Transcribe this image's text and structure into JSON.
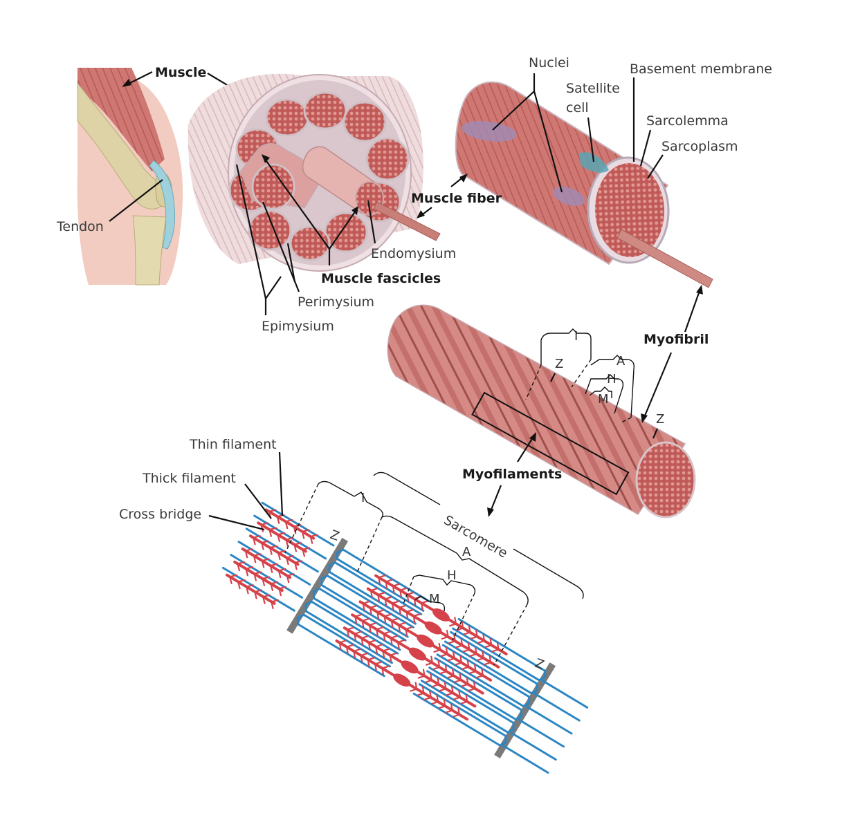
{
  "labels": {
    "muscle": "Muscle",
    "tendon": "Tendon",
    "muscle_fascicles": "Muscle fascicles",
    "endomysium": "Endomysium",
    "perimysium": "Perimysium",
    "epimysium": "Epimysium",
    "muscle_fiber": "Muscle fiber",
    "nuclei": "Nuclei",
    "satellite_cell_line1": "Satellite",
    "satellite_cell_line2": "cell",
    "basement_membrane": "Basement membrane",
    "sarcolemma": "Sarcolemma",
    "sarcoplasm": "Sarcoplasm",
    "myofibril": "Myofibril",
    "myofilaments": "Myofilaments",
    "thin_filament": "Thin filament",
    "thick_filament": "Thick filament",
    "cross_bridge": "Cross bridge",
    "sarcomere": "Sarcomere"
  },
  "band_letters": {
    "i": "I",
    "a": "A",
    "h": "H",
    "m": "M",
    "z": "Z"
  },
  "colors": {
    "thin_filament": "#2b86c4",
    "thick_filament": "#d5424a",
    "z_disc": "#7a7a7a",
    "muscle_tissue": "#c86a64",
    "connective_tissue": "#e8dde0"
  }
}
